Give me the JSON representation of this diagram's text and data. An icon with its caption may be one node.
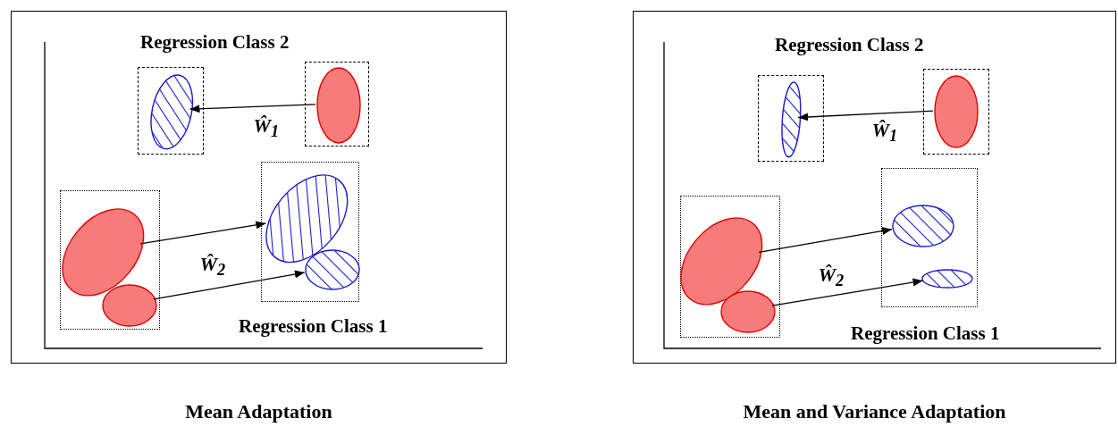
{
  "diagram": {
    "nodes": [
      {
        "text": [
          "Mean Adaptation"
        ]
      },
      {
        "text": [],
        "shape": "box",
        "in": 0
      },
      {
        "text": [],
        "shape": "ellipse",
        "in": 1
      },
      {
        "text": [],
        "shape": "box",
        "in": 0
      },
      {
        "text": [],
        "shape": "ellipse",
        "in": 3
      },
      {
        "text": [],
        "shape": "box",
        "in": 0
      },
      {
        "text": [],
        "shape": "ellipse",
        "in": 5
      },
      {
        "text": [],
        "shape": "ellipse",
        "in": 5
      },
      {
        "text": [],
        "shape": "box",
        "in": 0
      },
      {
        "text": [],
        "shape": "ellipse",
        "in": 8
      },
      {
        "text": [],
        "shape": "ellipse",
        "in": 8
      },
      {
        "text": [
          "Mean and Variance Adaptation"
        ]
      },
      {
        "text": [],
        "shape": "box",
        "in": 11
      },
      {
        "text": [],
        "shape": "ellipse",
        "in": 12
      },
      {
        "text": [],
        "shape": "box",
        "in": 11
      },
      {
        "text": [],
        "shape": "ellipse",
        "in": 14
      },
      {
        "text": [],
        "shape": "box",
        "in": 11
      },
      {
        "text": [],
        "shape": "ellipse",
        "in": 16
      },
      {
        "text": [],
        "shape": "ellipse",
        "in": 16
      },
      {
        "text": [],
        "shape": "box",
        "in": 11
      },
      {
        "text": [],
        "shape": "ellipse",
        "in": 19
      },
      {
        "text": [],
        "shape": "ellipse",
        "in": 19
      }
    ],
    "edges": [
      {
        "from": 4,
        "to": 2,
        "arrow": "to",
        "label": "Ŵ$_{1}$"
      },
      {
        "from": 6,
        "to": 9,
        "arrow": "to",
        "label": "Ŵ$_{2}$"
      },
      {
        "from": 7,
        "to": 10,
        "arrow": "to"
      },
      {
        "from": 15,
        "to": 13,
        "arrow": "to",
        "label": "Ŵ$_{1}$"
      },
      {
        "from": 17,
        "to": 20,
        "arrow": "to",
        "label": "Ŵ$_{2}$"
      },
      {
        "from": 18,
        "to": 21,
        "arrow": "to"
      }
    ],
    "labels": [
      "Regression Class 2",
      "Regression Class 1",
      "Regression Class 2",
      "Regression Class 1"
    ]
  }
}
